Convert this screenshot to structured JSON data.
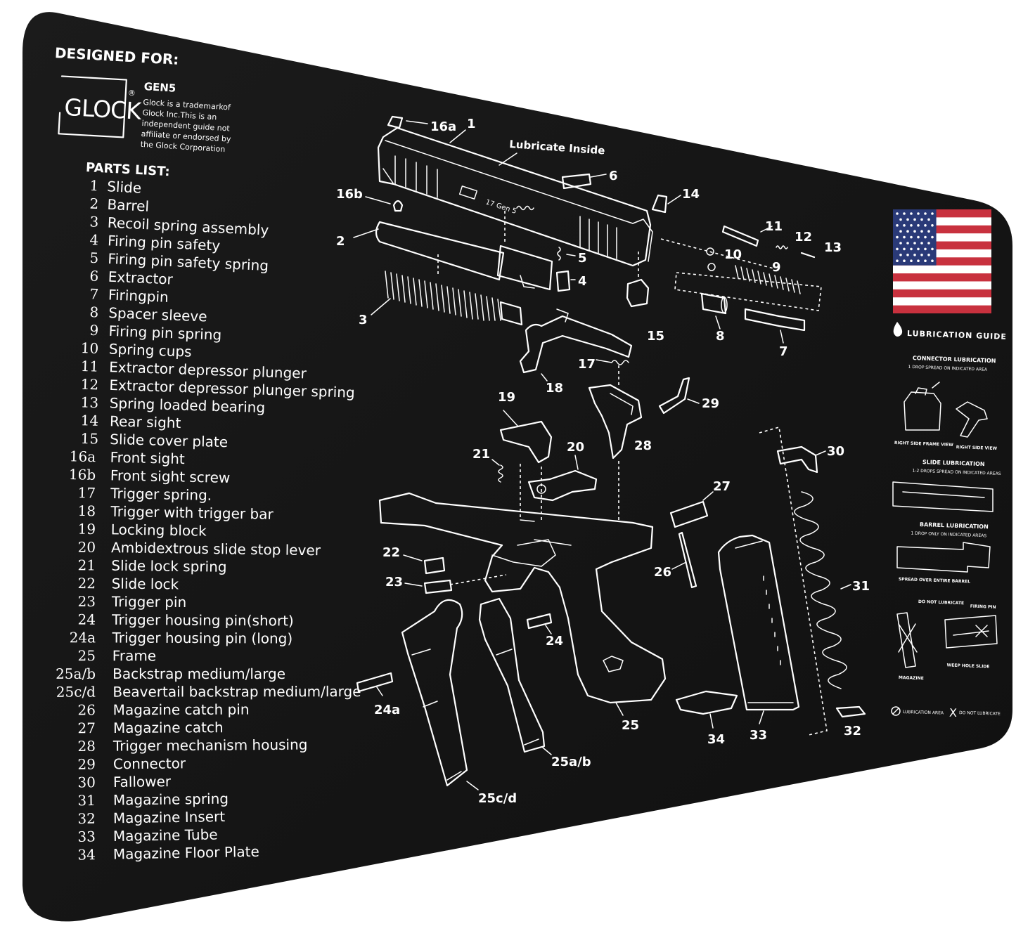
{
  "header": {
    "designed_for": "DESIGNED FOR:",
    "brand": "GLOCK",
    "registered": "®",
    "model": "GEN5",
    "disclaimer": [
      "Glock is a trademarkof",
      "Glock Inc.This is an",
      "independent guide not",
      "affiliate or endorsed by",
      "the Glock Corporation"
    ]
  },
  "parts_list": {
    "title": "PARTS LIST:",
    "items": [
      {
        "num": "1",
        "name": "Slide"
      },
      {
        "num": "2",
        "name": "Barrel"
      },
      {
        "num": "3",
        "name": "Recoil spring assembly"
      },
      {
        "num": "4",
        "name": "Firing pin safety"
      },
      {
        "num": "5",
        "name": "Firing pin safety spring"
      },
      {
        "num": "6",
        "name": "Extractor"
      },
      {
        "num": "7",
        "name": "Firingpin"
      },
      {
        "num": "8",
        "name": "Spacer sleeve"
      },
      {
        "num": "9",
        "name": "Firing pin spring"
      },
      {
        "num": "10",
        "name": "Spring cups"
      },
      {
        "num": "11",
        "name": "Extractor depressor plunger"
      },
      {
        "num": "12",
        "name": "Extractor depressor plunger spring"
      },
      {
        "num": "13",
        "name": "Spring loaded bearing"
      },
      {
        "num": "14",
        "name": "Rear sight"
      },
      {
        "num": "15",
        "name": "Slide cover plate"
      },
      {
        "num": "16a",
        "name": "Front sight"
      },
      {
        "num": "16b",
        "name": "Front sight screw"
      },
      {
        "num": "17",
        "name": "Trigger spring."
      },
      {
        "num": "18",
        "name": "Trigger with trigger bar"
      },
      {
        "num": "19",
        "name": "Locking block"
      },
      {
        "num": "20",
        "name": "Ambidextrous slide stop lever"
      },
      {
        "num": "21",
        "name": "Slide lock spring"
      },
      {
        "num": "22",
        "name": "Slide lock"
      },
      {
        "num": "23",
        "name": "Trigger pin"
      },
      {
        "num": "24",
        "name": "Trigger housing pin(short)"
      },
      {
        "num": "24a",
        "name": "Trigger housing pin (long)"
      },
      {
        "num": "25",
        "name": "Frame"
      },
      {
        "num": "25a/b",
        "name": "Backstrap medium/large"
      },
      {
        "num": "25c/d",
        "name": "Beavertail backstrap medium/large"
      },
      {
        "num": "26",
        "name": "Magazine catch pin"
      },
      {
        "num": "27",
        "name": "Magazine catch"
      },
      {
        "num": "28",
        "name": "Trigger mechanism housing"
      },
      {
        "num": "29",
        "name": "Connector"
      },
      {
        "num": "30",
        "name": "Fallower"
      },
      {
        "num": "31",
        "name": "Magazine spring"
      },
      {
        "num": "32",
        "name": "Magazine Insert"
      },
      {
        "num": "33",
        "name": "Magazine Tube"
      },
      {
        "num": "34",
        "name": "Magazine Floor Plate"
      }
    ]
  },
  "diagram": {
    "lubricate_inside": "Lubricate Inside",
    "slide_marking": "17 Gen 5"
  },
  "lubrication_guide": {
    "title": "LUBRICATION GUIDE",
    "connector_title": "CONNECTOR LUBRICATION",
    "connector_sub": "1 DROP SPREAD ON INDICATED AREA",
    "right_side_frame": "RIGHT SIDE FRAME VIEW",
    "right_side_view": "RIGHT SIDE VIEW",
    "slide_title": "SLIDE LUBRICATION",
    "slide_sub": "1-2 DROPS SPREAD ON INDICATED AREAS",
    "barrel_title": "BARREL LUBRICATION",
    "barrel_sub": "1 DROP ONLY ON INDICATED AREAS",
    "spread_barrel": "SPREAD OVER ENTIRE BARREL",
    "do_not_lubricate": "DO NOT LUBRICATE",
    "firing_pin": "FIRING PIN",
    "magazine": "MAGAZINE",
    "weep_hole": "WEEP HOLE SLIDE",
    "legend_lub": "LUBRICATION AREA",
    "legend_x": "X",
    "legend_nolub": "DO NOT LUBRICATE"
  },
  "colors": {
    "mat": "#161616",
    "print": "#ffffff",
    "flag_red": "#c8313e",
    "flag_blue": "#2a3a78"
  }
}
